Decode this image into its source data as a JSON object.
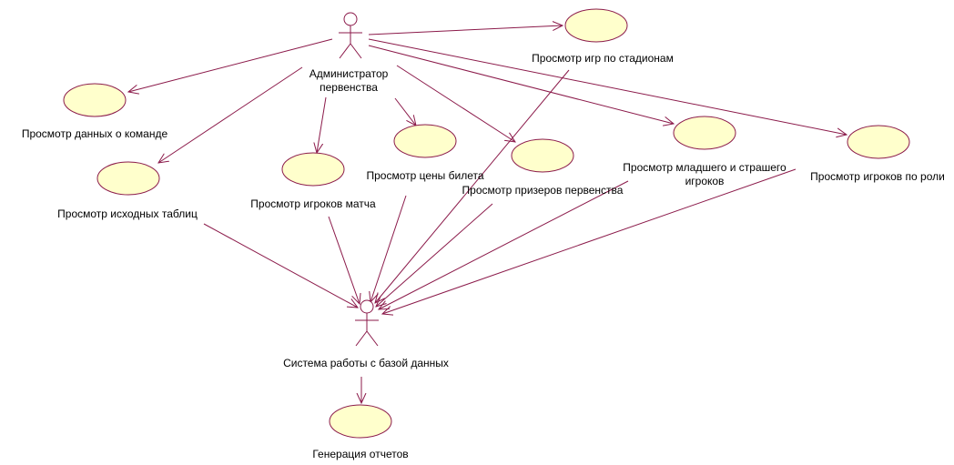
{
  "colors": {
    "usecase_fill": "#FFFFCC",
    "usecase_stroke": "#8B1A4A",
    "line": "#8B1A4A",
    "actor": "#8B1A4A",
    "text": "#000000"
  },
  "actors": {
    "admin": {
      "line1": "Администратор",
      "line2": "первенства"
    },
    "system": {
      "label": "Система работы с базой данных"
    }
  },
  "usecases": {
    "stadiums": "Просмотр игр по стадионам",
    "team": "Просмотр данных о команде",
    "tables": "Просмотр исходных таблиц",
    "match_players": "Просмотр игроков матча",
    "ticket": "Просмотр цены билета",
    "winners": "Просмотр призеров первенства",
    "age": {
      "line1": "Просмотр младшего и страшего",
      "line2": "игроков"
    },
    "roles": "Просмотр игроков по роли",
    "reports": "Генерация отчетов"
  }
}
